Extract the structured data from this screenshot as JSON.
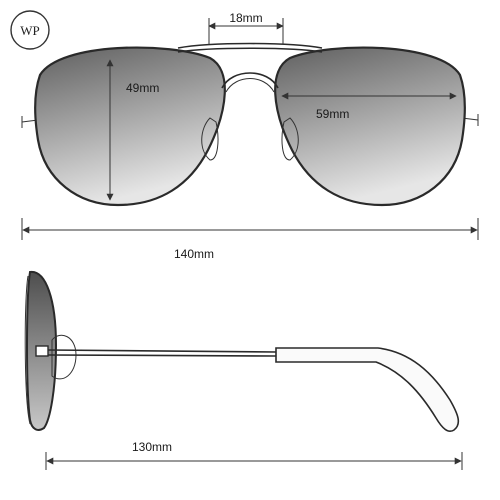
{
  "logo": {
    "text": "WP"
  },
  "dimensions": {
    "bridge": "18mm",
    "lens_height": "49mm",
    "lens_width": "59mm",
    "total_width": "140mm",
    "temple_length": "130mm"
  },
  "colors": {
    "lens_dark": "#6b6b6b",
    "lens_light": "#e2e2e2",
    "frame": "#2a2a2a",
    "line": "#333333"
  }
}
